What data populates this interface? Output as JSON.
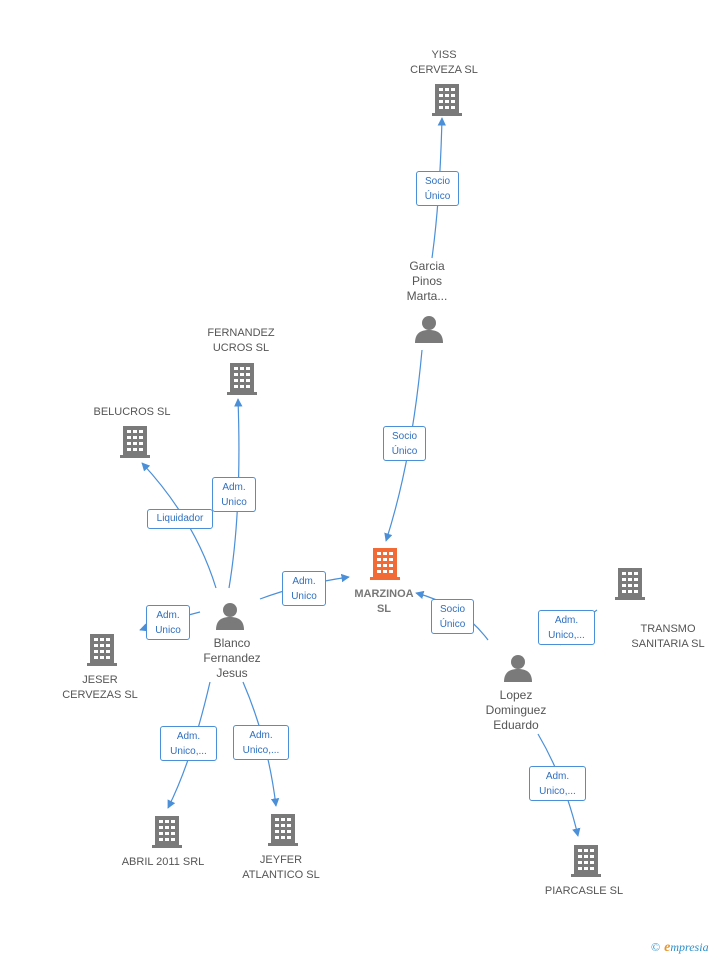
{
  "nodes": {
    "yiss": {
      "label": "YISS\nCERVEZA  SL",
      "type": "company"
    },
    "garcia": {
      "label": "Garcia\nPinos\nMarta...",
      "type": "person"
    },
    "fernandez_ucros": {
      "label": "FERNANDEZ\nUCROS SL",
      "type": "company"
    },
    "belucros": {
      "label": "BELUCROS SL",
      "type": "company"
    },
    "marzinoa": {
      "label": "MARZINOA\nSL",
      "type": "company-main"
    },
    "transmo": {
      "label": "TRANSMO\nSANITARIA  SL",
      "type": "company"
    },
    "blanco": {
      "label": "Blanco\nFernandez\nJesus",
      "type": "person"
    },
    "jeser": {
      "label": "JESER\nCERVEZAS SL",
      "type": "company"
    },
    "lopez": {
      "label": "Lopez\nDominguez\nEduardo",
      "type": "person"
    },
    "abril": {
      "label": "ABRIL 2011 SRL",
      "type": "company"
    },
    "jeyfer": {
      "label": "JEYFER\nATLANTICO SL",
      "type": "company"
    },
    "piarcasle": {
      "label": "PIARCASLE  SL",
      "type": "company"
    }
  },
  "edges": {
    "garcia_yiss": "Socio\nÚnico",
    "garcia_marzinoa": "Socio\nÚnico",
    "blanco_fernandez": "Adm.\nUnico",
    "blanco_belucros": "Liquidador",
    "blanco_marzinoa": "Adm.\nUnico",
    "blanco_jeser": "Adm.\nUnico",
    "blanco_abril": "Adm.\nUnico,...",
    "blanco_jeyfer": "Adm.\nUnico,...",
    "lopez_marzinoa": "Socio\nÚnico",
    "lopez_transmo": "Adm.\nUnico,...",
    "lopez_piarcasle": "Adm.\nUnico,..."
  },
  "colors": {
    "company_icon": "#7a7a7a",
    "main_icon": "#f26a35",
    "person_icon": "#7a7a7a",
    "edge": "#4a8fd8"
  },
  "brand": {
    "copyright": "©",
    "name_first": "e",
    "name_rest": "mpresia"
  }
}
